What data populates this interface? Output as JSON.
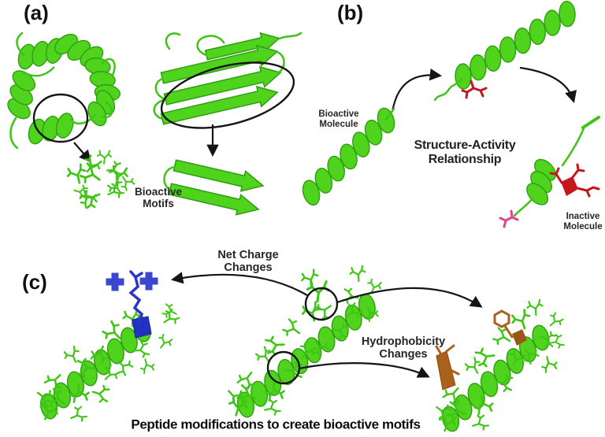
{
  "figure": {
    "background": "#ffffff",
    "panel_a": {
      "label": "(a)",
      "bioactive_motifs": {
        "line1": "Bioactive",
        "line2": "Motifs"
      }
    },
    "panel_b": {
      "label": "(b)",
      "bioactive_molecule": {
        "line1": "Bioactive",
        "line2": "Molecule"
      },
      "sar": {
        "line1": "Structure-Activity",
        "line2": "Relationship"
      },
      "inactive_molecule": {
        "line1": "Inactive",
        "line2": "Molecule"
      }
    },
    "panel_c": {
      "label": "(c)",
      "net_charge": {
        "line1": "Net Charge",
        "line2": "Changes"
      },
      "hydrophobicity": {
        "line1": "Hydrophobicity",
        "line2": "Changes"
      },
      "caption": "Peptide modifications to create bioactive motifs"
    },
    "colors": {
      "protein_green": "#4fd31d",
      "mutation_red": "#c5161d",
      "charge_blue": "#3c47cf",
      "hydrophobic_brown": "#a9611c",
      "terminal_pink": "#e2448c",
      "annotation": "#151515"
    }
  }
}
